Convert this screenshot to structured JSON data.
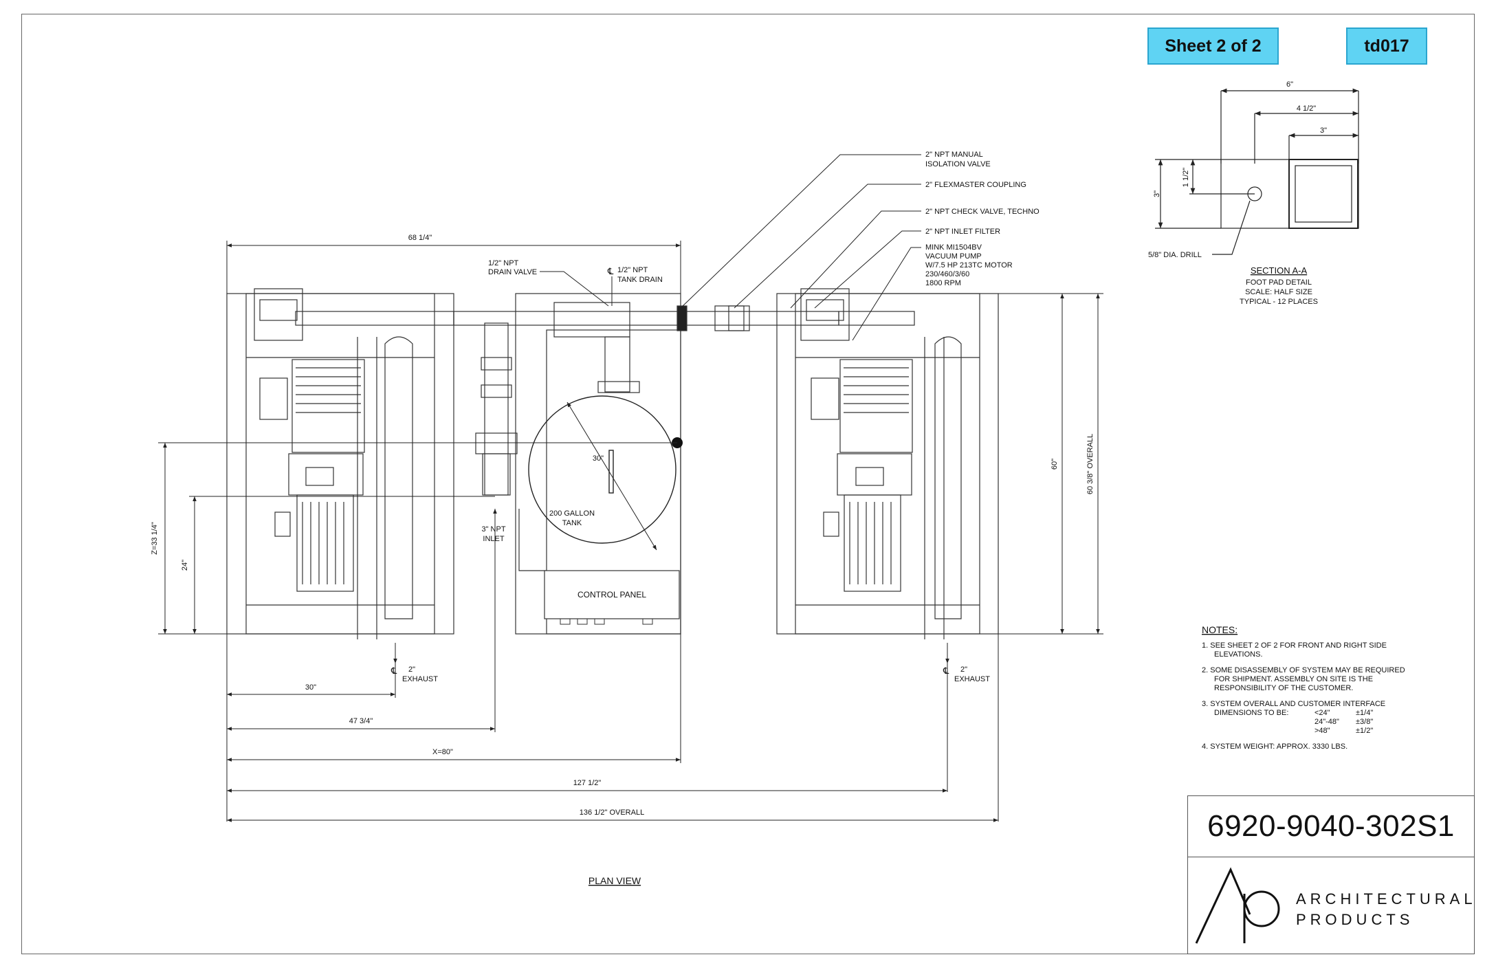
{
  "header": {
    "sheet_label": "Sheet 2 of 2",
    "doc_code": "td017"
  },
  "detail": {
    "dims": {
      "w6": "6\"",
      "w4_5": "4 1/2\"",
      "w3": "3\"",
      "h3": "3\"",
      "h1_5": "1 1/2\""
    },
    "drill": "5/8\" DIA. DRILL",
    "section_title": "SECTION A-A",
    "section_lines": [
      "FOOT PAD DETAIL",
      "SCALE:  HALF SIZE",
      "TYPICAL - 12 PLACES"
    ]
  },
  "callouts": {
    "manual_valve": [
      "2\" NPT MANUAL",
      "ISOLATION VALVE"
    ],
    "coupling": "2\" FLEXMASTER COUPLING",
    "check_valve": "2\" NPT CHECK VALVE, TECHNO",
    "inlet_filter": "2\" NPT INLET FILTER",
    "pump": [
      "MINK MI1504BV",
      "VACUUM PUMP",
      "W/7.5 HP 213TC MOTOR",
      "230/460/3/60",
      "1800 RPM"
    ],
    "drain_valve": [
      "1/2\" NPT",
      "DRAIN VALVE"
    ],
    "tank_drain": [
      "1/2\" NPT",
      "TANK DRAIN"
    ],
    "inlet": [
      "3\" NPT",
      "INLET"
    ],
    "exhaust": [
      "2\"",
      "EXHAUST"
    ],
    "cl_symbol": "℄"
  },
  "plan": {
    "tank_dia": "30\"",
    "tank_label": [
      "200 GALLON",
      "TANK"
    ],
    "control_panel": "CONTROL PANEL",
    "title": "PLAN VIEW",
    "dims": {
      "top_width": "68 1/4\"",
      "d30": "30\"",
      "d47": "47 3/4\"",
      "x80": "X=80\"",
      "d127": "127 1/2\"",
      "d136": "136 1/2\" OVERALL",
      "z33": "Z=33 1/4\"",
      "d24": "24\"",
      "d60": "60\"",
      "d60o": "60 3/8\" OVERALL"
    }
  },
  "notes": {
    "title": "NOTES:",
    "n1": [
      "1.  SEE SHEET 2 OF 2 FOR FRONT AND RIGHT SIDE",
      "ELEVATIONS."
    ],
    "n2": [
      "2.  SOME DISASSEMBLY OF SYSTEM MAY BE REQUIRED",
      "FOR SHIPMENT.  ASSEMBLY ON SITE IS THE",
      "RESPONSIBILITY OF THE CUSTOMER."
    ],
    "n3": [
      "3.  SYSTEM OVERALL AND CUSTOMER INTERFACE",
      "DIMENSIONS TO BE:"
    ],
    "tolerances": [
      [
        "<24\"",
        "±1/4\""
      ],
      [
        "24\"-48\"",
        "±3/8\""
      ],
      [
        ">48\"",
        "±1/2\""
      ]
    ],
    "n4": "4.  SYSTEM WEIGHT: APPROX. 3330 LBS."
  },
  "title_block": {
    "drawing_number": "6920-9040-302S1",
    "company_line1": "ARCHITECTURAL",
    "company_line2": "PRODUCTS"
  }
}
